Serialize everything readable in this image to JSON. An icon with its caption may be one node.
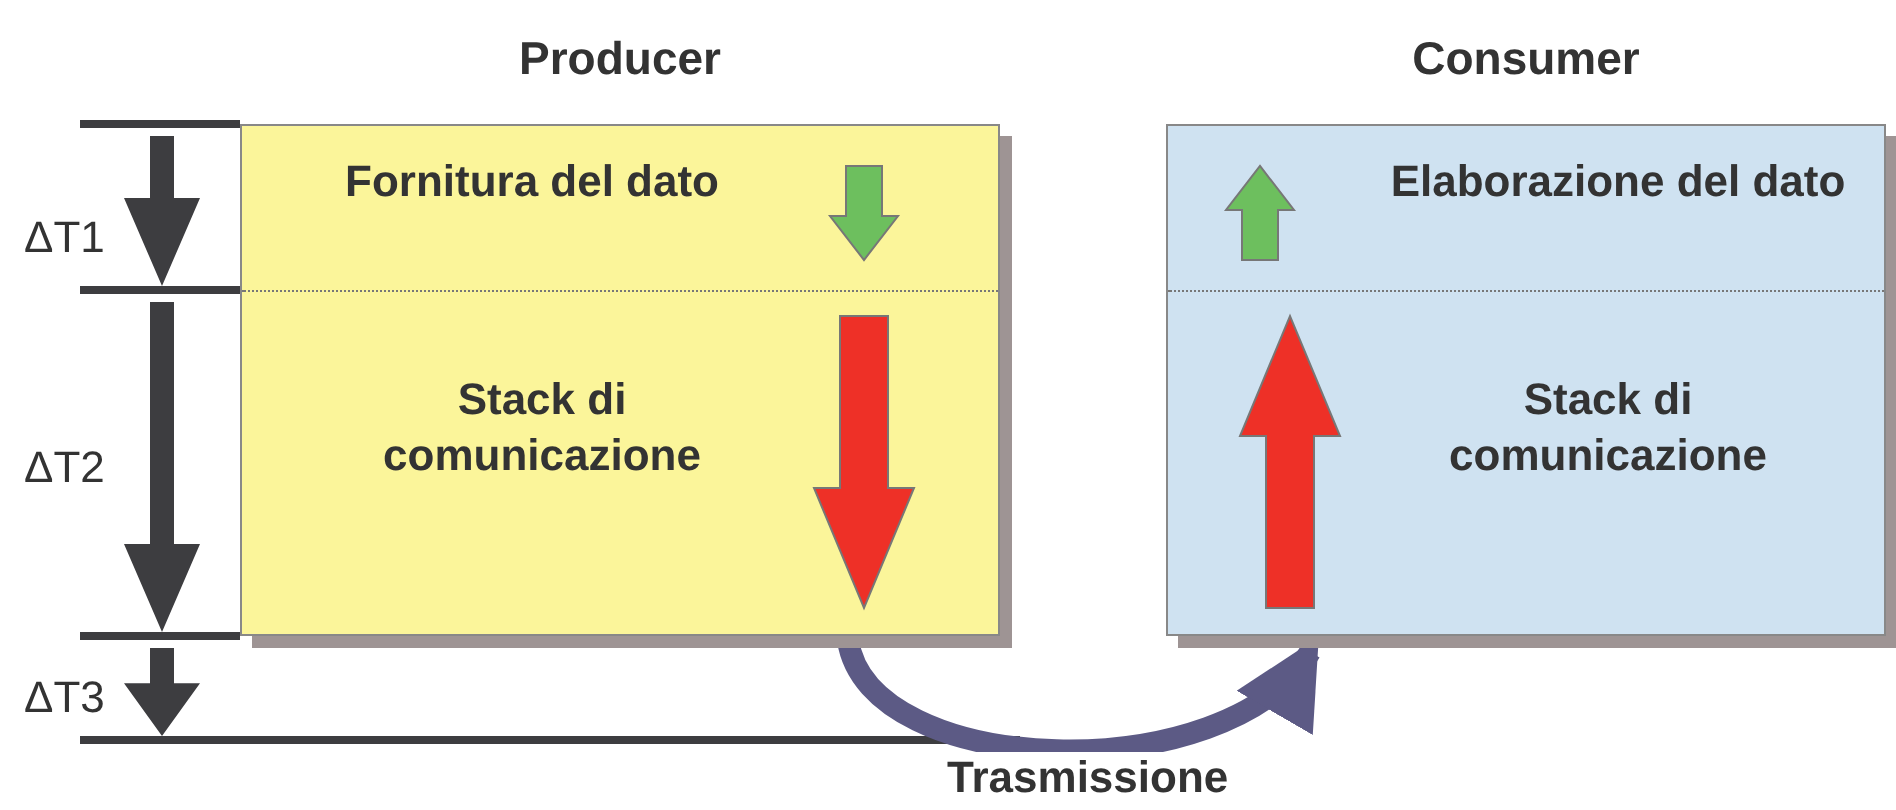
{
  "diagram": {
    "nodes": [
      {
        "text": [
          "Producer"
        ]
      },
      {
        "text": [
          "Fornitura del dato"
        ],
        "in": 0
      },
      {
        "text": [
          "Stack di comunicazione"
        ],
        "in": 0
      },
      {
        "text": [
          "Consumer"
        ]
      },
      {
        "text": [
          "Elaborazione del dato"
        ],
        "in": 3
      },
      {
        "text": [
          "Stack di comunicazione"
        ],
        "in": 3
      }
    ],
    "edges": [
      {
        "from": 0,
        "to": 3,
        "arrow": "to",
        "label": "Trasmissione"
      }
    ],
    "labels": [
      "ΔT1",
      "ΔT2",
      "ΔT3"
    ]
  }
}
